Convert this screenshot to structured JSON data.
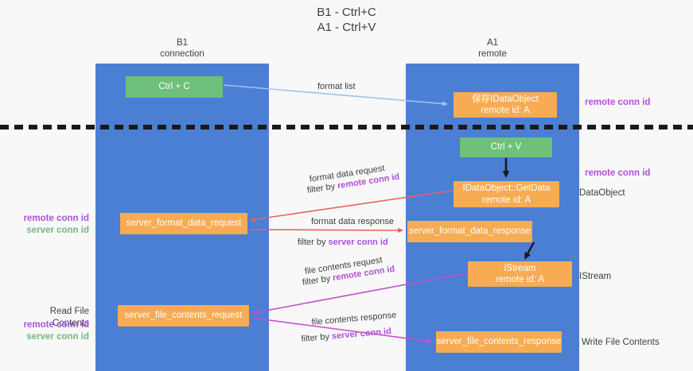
{
  "title": "B1 - Ctrl+C\nA1 - Ctrl+V",
  "lanes": [
    {
      "id": "b1",
      "header": "B1\nconnection"
    },
    {
      "id": "a1",
      "header": "A1\nremote"
    }
  ],
  "nodes": {
    "ctrl_c": "Ctrl + C",
    "idataobject": "保存IDataObject\nremote id: A",
    "ctrl_v": "Ctrl + V",
    "getdata": "IDataObject::GetData\nremote id: A",
    "server_format_data_request": "server_format_data_request",
    "server_format_data_response": "server_format_data_response",
    "istream": "IStream\nremote id: A",
    "server_file_contents_request": "server_file_contents_request",
    "server_file_contents_response": "server_file_contents_response"
  },
  "edge_labels": {
    "format_list": "format list",
    "format_data_request": "format data request",
    "format_data_request_filter_prefix": "filter by ",
    "format_data_request_filter_key": "remote conn id",
    "format_data_response": "format data response",
    "format_data_response_filter_prefix": "filter by ",
    "format_data_response_filter_key": "server conn id",
    "file_contents_request": "file contents request",
    "file_contents_request_filter_prefix": "filter by ",
    "file_contents_request_filter_key": "remote conn id",
    "file_contents_response": "file contents response",
    "file_contents_response_filter_prefix": "filter by ",
    "file_contents_response_filter_key": "server conn id"
  },
  "annotations": {
    "right_remote_conn_id_top": "remote conn id",
    "right_remote_conn_id_mid": "remote conn id",
    "dataobject": "DataObject",
    "istream": "IStream",
    "write_file_contents": "Write File Contents",
    "left_remote_conn_id_mid": "remote conn id",
    "left_server_conn_id_mid": "server conn id",
    "read_file_contents": "Read File Contents",
    "left_remote_conn_id_bottom": "remote conn id",
    "left_server_conn_id_bottom": "server conn id"
  },
  "colors": {
    "lane": "#4a7fd4",
    "node_green": "#6ec07a",
    "node_orange": "#f7ab52",
    "remote_conn_id": "#b14fd8",
    "server_conn_id": "#73b87e",
    "arrow_blue": "#9dc3ea",
    "arrow_red": "#e8635f",
    "arrow_magenta": "#c44fd0",
    "arrow_black": "#1a1a1a",
    "background": "#f8f8f8"
  }
}
